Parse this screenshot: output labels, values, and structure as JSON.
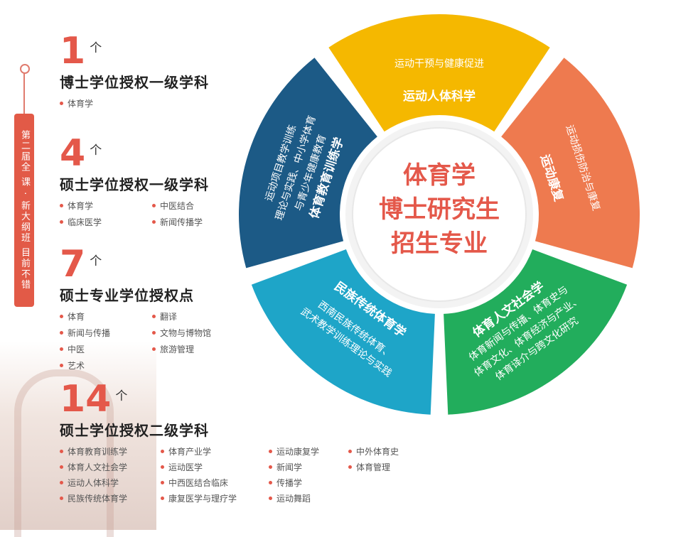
{
  "banner": {
    "text": "第二届全  课 · 新大纲班  目前不错"
  },
  "sections": [
    {
      "count": "1",
      "unit": "个",
      "heading": "博士学位授权一级学科",
      "items": [
        "体育学"
      ]
    },
    {
      "count": "4",
      "unit": "个",
      "heading": "硕士学位授权一级学科",
      "items": [
        "体育学",
        "中医结合",
        "临床医学",
        "新闻传播学"
      ]
    },
    {
      "count": "7",
      "unit": "个",
      "heading": "硕士专业学位授权点",
      "items": [
        "体育",
        "翻译",
        "新闻与传播",
        "文物与博物馆",
        "中医",
        "旅游管理",
        "艺术"
      ]
    },
    {
      "count": "14",
      "unit": "个",
      "heading": "硕士学位授权二级学科",
      "items": [
        "体育教育训练学",
        "体育产业学",
        "运动康复学",
        "中外体育史",
        "体育人文社会学",
        "运动医学",
        "新闻学",
        "体育管理",
        "运动人体科学",
        "中西医结合临床",
        "传播学",
        "",
        "民族传统体育学",
        "康复医学与理疗学",
        "运动舞蹈",
        ""
      ]
    }
  ],
  "diagram": {
    "center_lines": [
      "体育学",
      "博士研究生",
      "招生专业"
    ],
    "segments": [
      {
        "name": "运动人体科学",
        "desc": [
          "运动干预与健康促进"
        ],
        "color": "#f5b800"
      },
      {
        "name": "运动康复",
        "desc": [
          "运动损伤防治与康复"
        ],
        "color": "#ee7a4f"
      },
      {
        "name": "体育人文社会学",
        "desc": [
          "体育新闻与传播、体育史与",
          "体育文化、体育经济与产业、",
          "体育译介与跨文化研究"
        ],
        "color": "#22ad5c"
      },
      {
        "name": "民族传统体育学",
        "desc": [
          "西南民族传统体育、",
          "武术教学训练理论与实践"
        ],
        "color": "#1ea5c8"
      },
      {
        "name": "体育教育训练学",
        "desc": [
          "运动项目教学训练",
          "理论与实践、中小学体育",
          "与青少年健康教育"
        ],
        "color": "#1c5a86"
      }
    ]
  },
  "colors": {
    "accent": "#e4584a"
  }
}
